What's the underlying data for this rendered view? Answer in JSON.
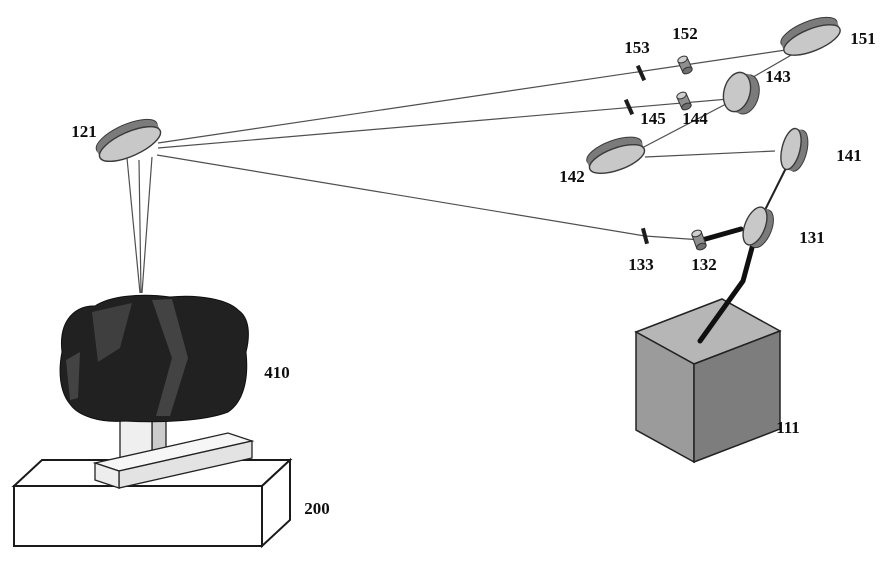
{
  "figure": {
    "kind": "optical-laser-processing-system-patent-diagram",
    "background": "#ffffff"
  },
  "colors": {
    "beam_line": "#4f4f4f",
    "thick_beam": "#101010",
    "disc_face": "#c8c8c8",
    "disc_body": "#7b7b7b",
    "box_top": "#b6b6b6",
    "box_front": "#9b9b9b",
    "box_side": "#7d7d7d",
    "platform_fill": "#ffffff",
    "sample_fill": "#212121"
  },
  "labels": {
    "121": "121",
    "151": "151",
    "152": "152",
    "153": "153",
    "143": "143",
    "145": "145",
    "144": "144",
    "142": "142",
    "141": "141",
    "131": "131",
    "132": "132",
    "133": "133",
    "111": "111",
    "410": "410",
    "200": "200"
  },
  "components": [
    {
      "ref": "121",
      "type": "mirror-disc"
    },
    {
      "ref": "151",
      "type": "mirror-disc"
    },
    {
      "ref": "152",
      "type": "small-optic-cylinder"
    },
    {
      "ref": "153",
      "type": "thin-optic-plate"
    },
    {
      "ref": "143",
      "type": "mirror-disc"
    },
    {
      "ref": "144",
      "type": "small-optic-cylinder"
    },
    {
      "ref": "145",
      "type": "thin-optic-plate"
    },
    {
      "ref": "142",
      "type": "mirror-disc"
    },
    {
      "ref": "141",
      "type": "mirror-disc"
    },
    {
      "ref": "131",
      "type": "mirror-disc"
    },
    {
      "ref": "132",
      "type": "small-optic-cylinder"
    },
    {
      "ref": "133",
      "type": "thin-optic-plate"
    },
    {
      "ref": "111",
      "type": "laser-source-box"
    },
    {
      "ref": "410",
      "type": "sample-workpiece"
    },
    {
      "ref": "200",
      "type": "base-platform"
    }
  ]
}
